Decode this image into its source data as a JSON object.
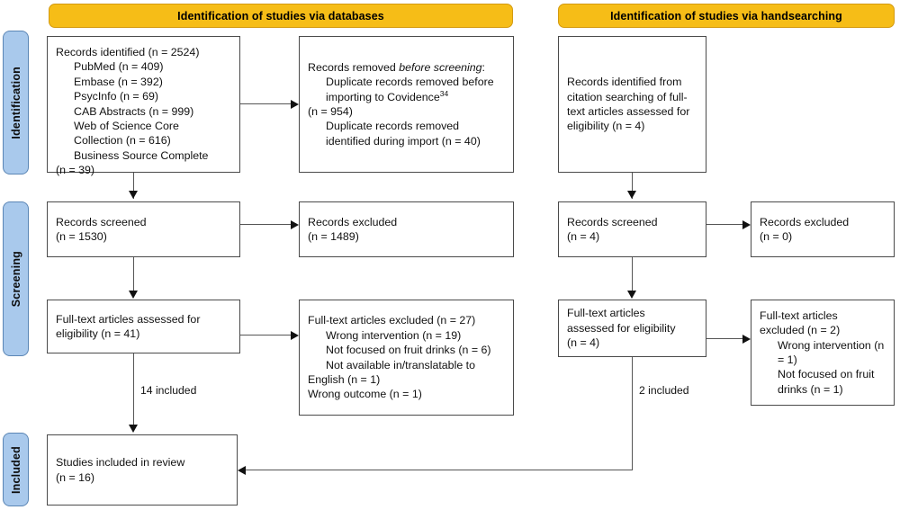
{
  "diagram": {
    "title": "PRISMA 2020 flow diagram",
    "colors": {
      "header_bar": "#f6bd17",
      "header_bar_border": "#d39a10",
      "stage_label": "#a9c9ec",
      "stage_label_border": "#5b86b5",
      "box_border": "#4a4a4a",
      "connector": "#555555"
    }
  },
  "headers": [
    {
      "label": "Identification of studies via databases"
    },
    {
      "label": "Identification of studies via handsearching"
    }
  ],
  "stage_labels": [
    {
      "label": "Identification"
    },
    {
      "label": "Screening"
    },
    {
      "label": "Included"
    }
  ],
  "boxes": {
    "records_identified": {
      "name": "Records identified",
      "lines": [
        "Records identified (n = 2524)",
        "PubMed (n = 409)",
        "Embase (n = 392)",
        "PsycInfo (n = 69)",
        "CAB Abstracts (n = 999)",
        "Web of Science Core",
        "Collection (n = 616)",
        "Business Source Complete",
        "(n = 39)"
      ]
    },
    "records_removed": {
      "heading_prefix": "Records removed ",
      "heading_italic": "before screening",
      "heading_suffix": ":",
      "lines": [
        "Duplicate records removed before",
        "importing to Covidence",
        "(n = 954)",
        "Duplicate records removed",
        "identified during import (n = 40)"
      ],
      "superscript": "34"
    },
    "records_screened_db": {
      "lines": [
        "Records screened",
        "(n = 1530)"
      ]
    },
    "records_excluded_db": {
      "lines": [
        "Records excluded",
        "(n = 1489)"
      ]
    },
    "fulltext_assessed_db": {
      "lines": [
        "Full-text articles assessed for",
        "eligibility (n = 41)"
      ]
    },
    "fulltext_excluded_db": {
      "lines": [
        "Full-text articles excluded (n = 27)",
        "Wrong intervention (n = 19)",
        "Not focused on fruit drinks (n = 6)",
        "Not available in/translatable to",
        "English (n = 1)",
        "Wrong outcome (n = 1)"
      ]
    },
    "records_identified_hand": {
      "lines": [
        "Records identified from",
        "citation searching of full-",
        "text articles assessed for",
        "eligibility (n = 4)"
      ]
    },
    "records_screened_hand": {
      "lines": [
        "Records screened",
        "(n = 4)"
      ]
    },
    "records_excluded_hand": {
      "lines": [
        "Records excluded",
        "(n = 0)"
      ]
    },
    "fulltext_assessed_hand": {
      "lines": [
        "Full-text articles",
        "assessed for eligibility",
        "(n = 4)"
      ]
    },
    "fulltext_excluded_hand": {
      "lines": [
        "Full-text articles",
        "excluded (n = 2)",
        "Wrong intervention (n",
        "= 1)",
        "Not focused on fruit",
        "drinks (n = 1)"
      ]
    },
    "studies_included": {
      "lines": [
        "Studies included in review",
        "(n = 16)"
      ]
    }
  },
  "edge_labels": {
    "db_included": "14 included",
    "hand_included": "2 included"
  }
}
